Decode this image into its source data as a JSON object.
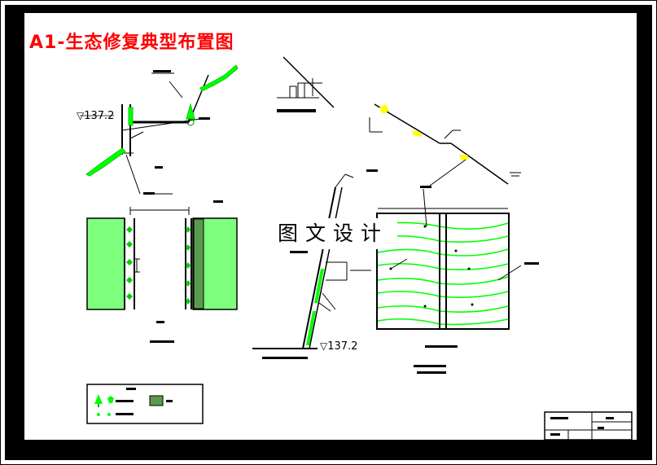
{
  "title": "A1-生态修复典型布置图",
  "watermark": "图文设计",
  "elevation_left": "137.2",
  "elevation_right": "137.2",
  "colors": {
    "frame": "#000000",
    "title": "#ff0000",
    "vegetation": "#00ff00",
    "dark_vegetation": "#008000",
    "accent": "#ffff00"
  }
}
